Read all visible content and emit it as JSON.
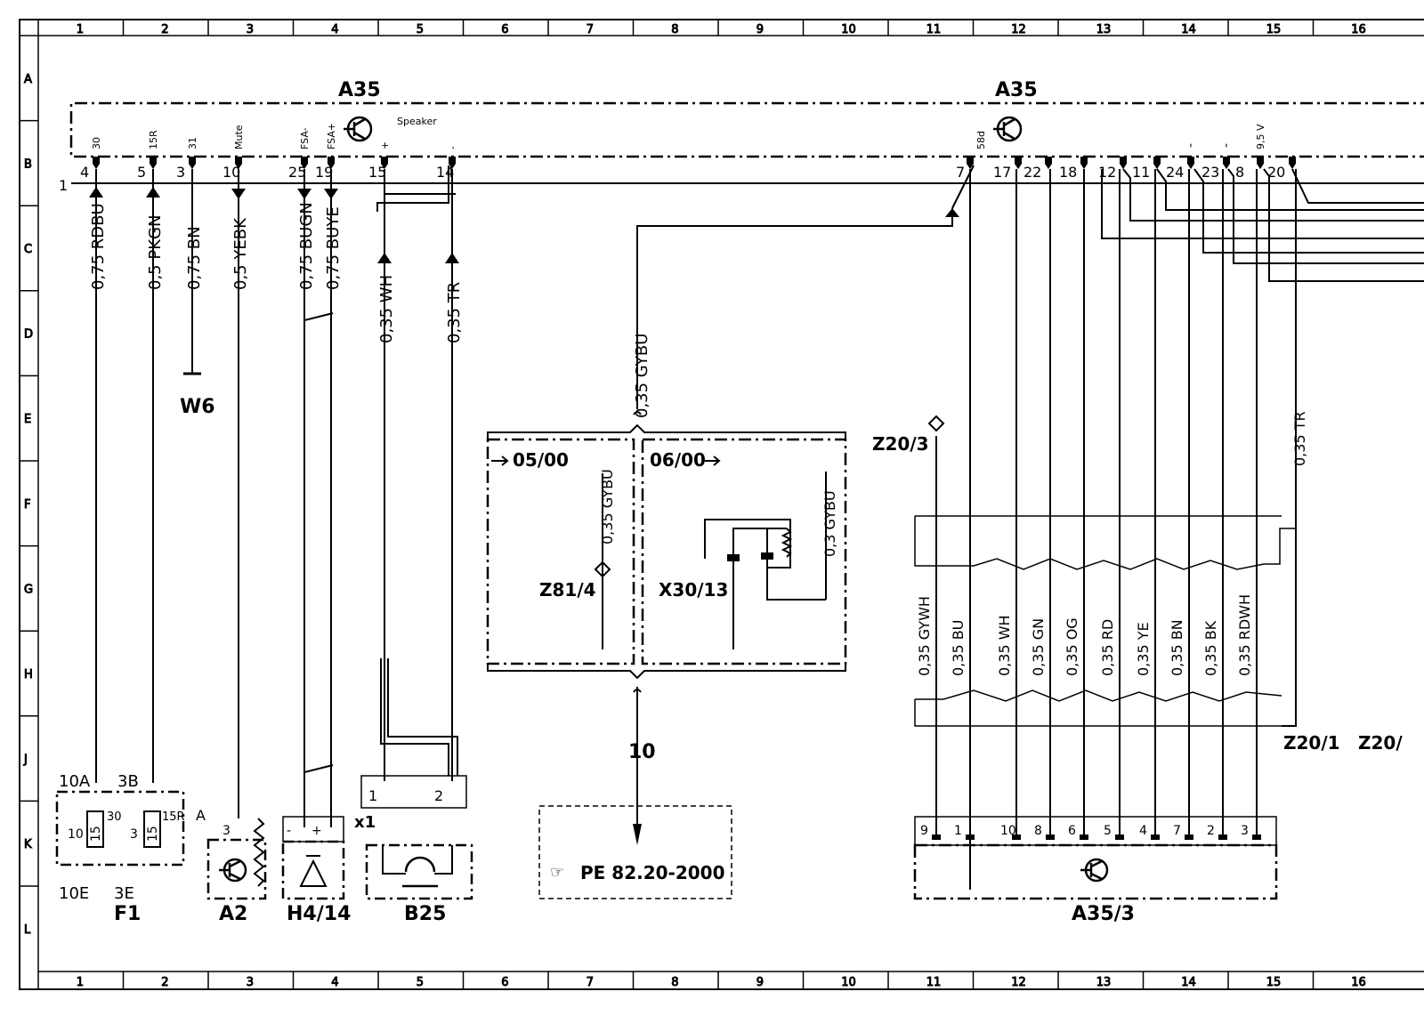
{
  "grid": {
    "columns": [
      "1",
      "2",
      "3",
      "4",
      "5",
      "6",
      "7",
      "8",
      "9",
      "10",
      "11",
      "12",
      "13",
      "14",
      "15",
      "16"
    ],
    "rows": [
      "A",
      "B",
      "C",
      "D",
      "E",
      "F",
      "G",
      "H",
      "J",
      "K",
      "L"
    ]
  },
  "components": {
    "a35_left": "A35",
    "a35_right": "A35",
    "speaker": "Speaker",
    "w6": "W6",
    "z20_3": "Z20/3",
    "z81_4": "Z81/4",
    "x30_13": "X30/13",
    "z20_1": "Z20/1",
    "z20_2": "Z20/",
    "f1": "F1",
    "a2": "A2",
    "h4_14": "H4/14",
    "b25": "B25",
    "a35_3": "A35/3",
    "x1": "x1"
  },
  "left_pins": [
    {
      "name": "30",
      "num": "4",
      "wire": "0,75 RDBU"
    },
    {
      "name": "15R",
      "num": "5",
      "wire": "0,5 PKGN"
    },
    {
      "name": "31",
      "num": "3",
      "wire": "0,75 BN"
    },
    {
      "name": "Mute",
      "num": "10",
      "wire": "0,5 YEBK"
    },
    {
      "name": "FSA-",
      "num": "25",
      "wire": "0,75 BUGN"
    },
    {
      "name": "FSA+",
      "num": "19",
      "wire": "0,75 BUYE"
    },
    {
      "name": "+",
      "num": "15",
      "wire": "0,35 WH"
    },
    {
      "name": "-",
      "num": "14",
      "wire": "0,35 TR"
    }
  ],
  "right_pins": {
    "p58d_name": "58d",
    "p58d_num": "7",
    "nums": [
      "17",
      "22",
      "18",
      "12",
      "11",
      "24",
      "23",
      "8",
      "20"
    ],
    "minus1": "-",
    "minus2": "-",
    "v95": "9,5 V"
  },
  "version_box": {
    "left_label": "05/00",
    "right_label": "06/00",
    "main_wire": "0,35 GYBU",
    "left_wire": "0,35 GYBU",
    "right_wire": "0,3 GYBU",
    "arrow_num": "10",
    "ref": "PE 82.20-2000"
  },
  "bundle_wires": [
    {
      "wire": "0,35 GYWH",
      "pin": "9"
    },
    {
      "wire": "0,35 BU",
      "pin": "1"
    },
    {
      "wire": "0,35 WH",
      "pin": "10"
    },
    {
      "wire": "0,35 GN",
      "pin": "8"
    },
    {
      "wire": "0,35 OG",
      "pin": "6"
    },
    {
      "wire": "0,35 RD",
      "pin": "5"
    },
    {
      "wire": "0,35 YE",
      "pin": "4"
    },
    {
      "wire": "0,35 BN",
      "pin": "7"
    },
    {
      "wire": "0,35 BK",
      "pin": "2"
    },
    {
      "wire": "0,35 RDWH",
      "pin": "3"
    }
  ],
  "tr_wire": "0,35 TR",
  "fuse": {
    "f10a": "10A",
    "f3b": "3B",
    "f10e": "10E",
    "f3e": "3E",
    "v15a": "15",
    "v15b": "15",
    "n10": "10",
    "n3": "3",
    "n30": "30",
    "n15r": "15R"
  },
  "a2_pins": {
    "letter": "A",
    "num": "3"
  },
  "h4_pins": {
    "minus": "-",
    "plus": "+"
  },
  "b25_pins": {
    "p1": "1",
    "p2": "2"
  },
  "misc": {
    "one": "1"
  }
}
